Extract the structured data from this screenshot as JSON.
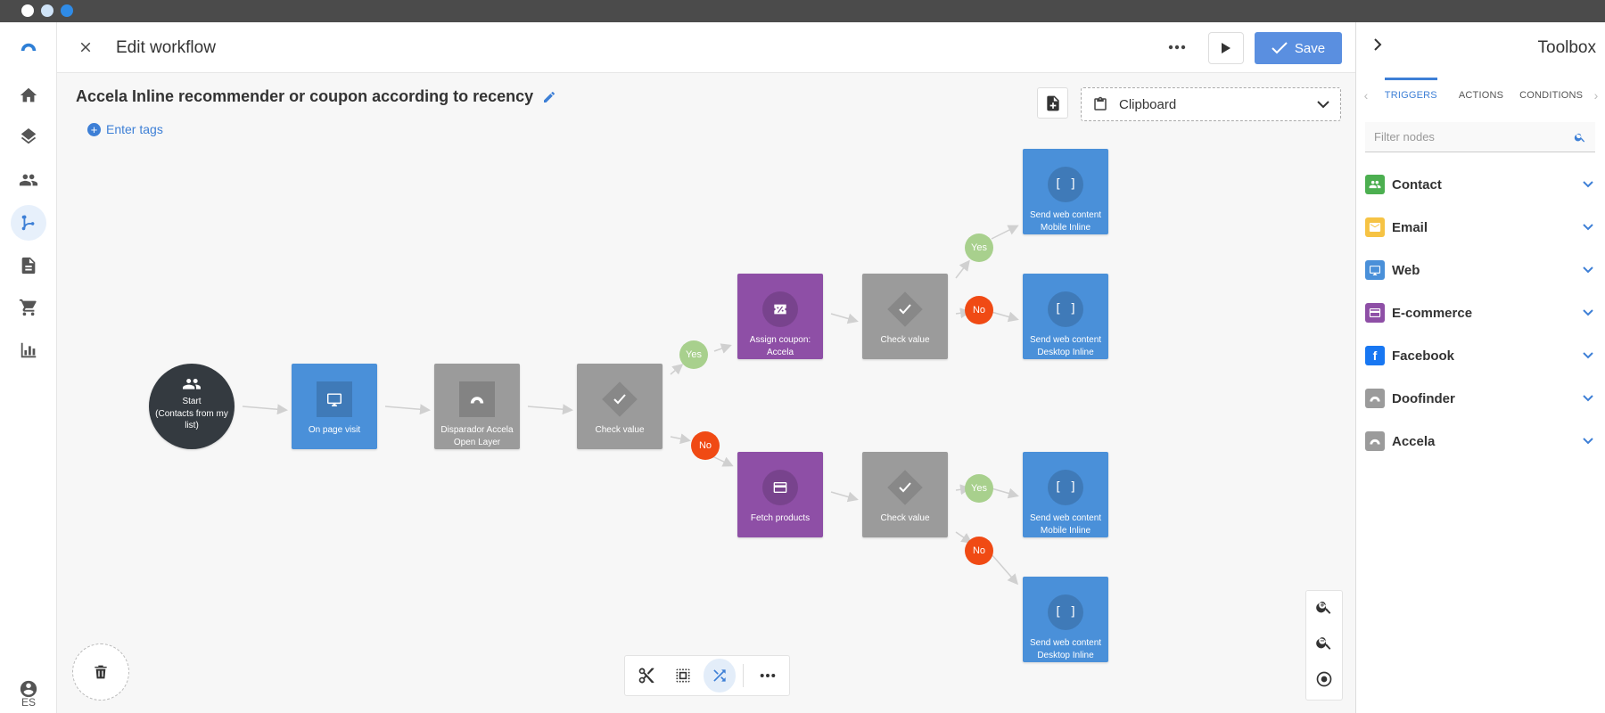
{
  "header": {
    "close_icon": "close-icon",
    "title": "Edit workflow",
    "more_icon": "more-horizontal-icon",
    "play_icon": "play-icon",
    "save_label": "Save"
  },
  "nav": {
    "items": [
      "logo",
      "home",
      "layers",
      "contacts",
      "workflows",
      "documents",
      "shop",
      "analytics"
    ],
    "active": "workflows",
    "language": "ES"
  },
  "workflow": {
    "name": "Accela Inline recommender or coupon according to recency",
    "tags_label": "Enter tags",
    "clipboard_label": "Clipboard"
  },
  "nodes": {
    "start": {
      "line1": "Start",
      "line2": "(Contacts from my list)"
    },
    "page_visit": "On page visit",
    "trigger_accela": {
      "line1": "Disparador Accela",
      "line2": "Open Layer"
    },
    "check1": "Check value",
    "coupon": "Assign coupon: Accela",
    "check2": "Check value",
    "fetch": "Fetch products",
    "check3": "Check value",
    "send1": {
      "line1": "Send web content",
      "line2": "Mobile Inline"
    },
    "send2": {
      "line1": "Send web content",
      "line2": "Desktop Inline"
    },
    "send3": {
      "line1": "Send web content",
      "line2": "Mobile Inline"
    },
    "send4": {
      "line1": "Send web content",
      "line2": "Desktop Inline"
    }
  },
  "badges": {
    "yes": "Yes",
    "no": "No"
  },
  "toolbox": {
    "title": "Toolbox",
    "tabs": [
      "TRIGGERS",
      "ACTIONS",
      "CONDITIONS"
    ],
    "active_tab": "TRIGGERS",
    "filter_placeholder": "Filter nodes",
    "categories": [
      {
        "label": "Contact",
        "color": "#4caf50"
      },
      {
        "label": "Email",
        "color": "#f6c344"
      },
      {
        "label": "Web",
        "color": "#4a90d9"
      },
      {
        "label": "E-commerce",
        "color": "#8e4fa6"
      },
      {
        "label": "Facebook",
        "color": "#1877f2"
      },
      {
        "label": "Doofinder",
        "color": "#9b9b9b"
      },
      {
        "label": "Accela",
        "color": "#9b9b9b"
      }
    ]
  },
  "colors": {
    "accent": "#3d7fd6",
    "save_button": "#5a8fe0",
    "web_node": "#4a90d9",
    "condition_node": "#9b9b9b",
    "ecommerce_node": "#8e4fa6",
    "start_node": "#343a40",
    "yes_badge": "#a8d08d",
    "no_badge": "#f04a14"
  }
}
